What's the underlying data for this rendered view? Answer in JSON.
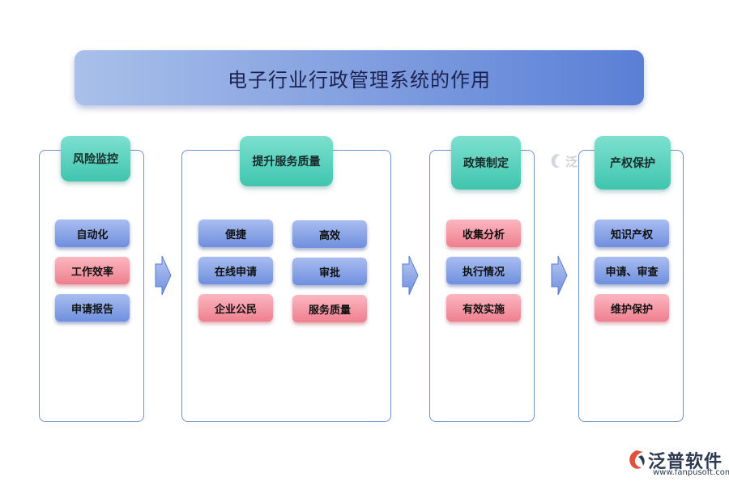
{
  "title": "电子行业行政管理系统的作用",
  "columns": [
    {
      "header": "风险监控",
      "items": [
        {
          "label": "自动化",
          "color": "blue"
        },
        {
          "label": "工作效率",
          "color": "red"
        },
        {
          "label": "申请报告",
          "color": "blue"
        }
      ]
    },
    {
      "header": "提升服务质量",
      "items_left": [
        {
          "label": "便捷",
          "color": "blue"
        },
        {
          "label": "在线申请",
          "color": "blue"
        },
        {
          "label": "企业公民",
          "color": "red"
        }
      ],
      "items_right": [
        {
          "label": "高效",
          "color": "blue"
        },
        {
          "label": "审批",
          "color": "blue"
        },
        {
          "label": "服务质量",
          "color": "red"
        }
      ]
    },
    {
      "header": "政策制定",
      "items": [
        {
          "label": "收集分析",
          "color": "red"
        },
        {
          "label": "执行情况",
          "color": "blue"
        },
        {
          "label": "有效实施",
          "color": "red"
        }
      ]
    },
    {
      "header": "产权保护",
      "items": [
        {
          "label": "知识产权",
          "color": "blue"
        },
        {
          "label": "申请、审查",
          "color": "blue"
        },
        {
          "label": "维护保护",
          "color": "red"
        }
      ]
    }
  ],
  "watermark": {
    "text": "泛普软件"
  },
  "logo": {
    "text": "泛普软件",
    "url": "www.fanpusoft.com"
  }
}
